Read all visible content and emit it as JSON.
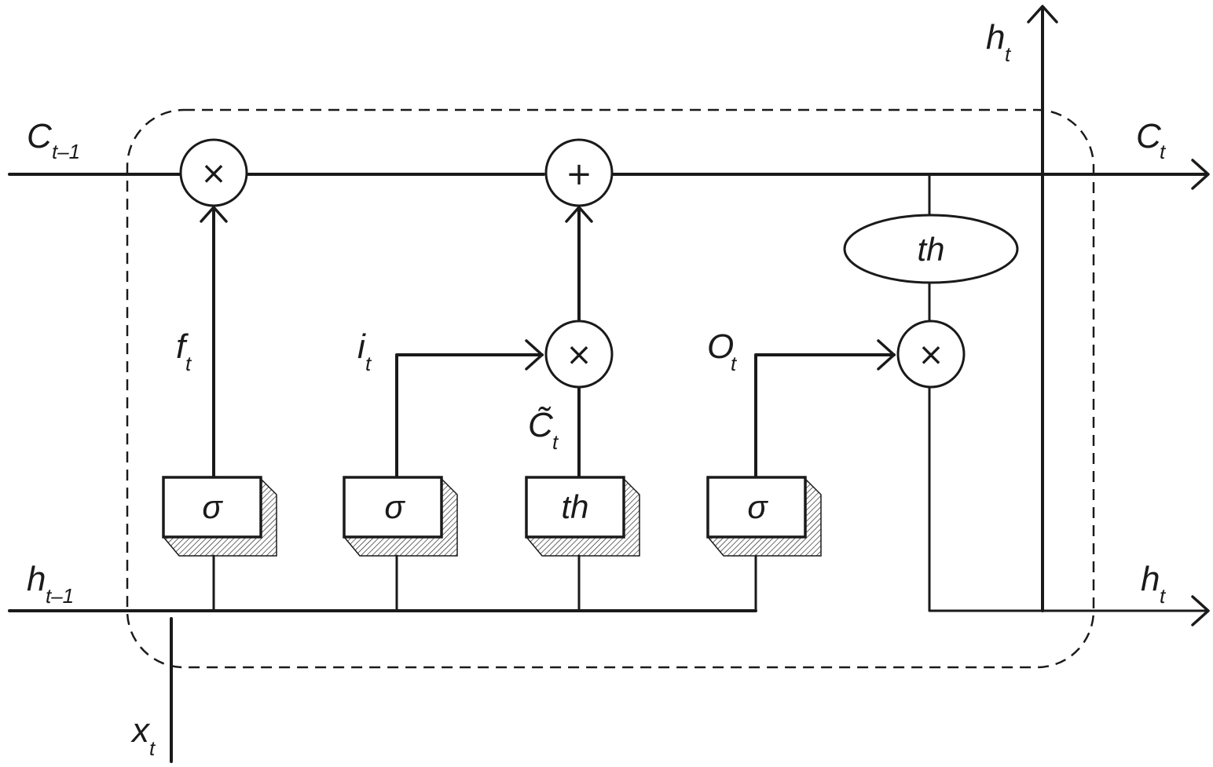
{
  "labels": {
    "c_prev": {
      "main": "C",
      "sub": "t–1"
    },
    "c_next": {
      "main": "C",
      "sub": "t"
    },
    "h_prev": {
      "main": "h",
      "sub": "t–1"
    },
    "h_next": {
      "main": "h",
      "sub": "t"
    },
    "h_top": {
      "main": "h",
      "sub": "t"
    },
    "x_in": {
      "main": "x",
      "sub": "t"
    },
    "forget": {
      "main": "f",
      "sub": "t"
    },
    "input": {
      "main": "i",
      "sub": "t"
    },
    "output": {
      "main": "O",
      "sub": "t"
    },
    "candidate": {
      "main": "C̃",
      "sub": "t"
    }
  },
  "operators": {
    "forget_mult": "×",
    "cell_add": "+",
    "input_mult": "×",
    "output_mult": "×"
  },
  "gates": {
    "forget": "σ",
    "input": "σ",
    "candidate": "th",
    "output": "σ",
    "cell_tanh": "th"
  },
  "colors": {
    "ink": "#1a1a1a",
    "background": "#ffffff"
  }
}
